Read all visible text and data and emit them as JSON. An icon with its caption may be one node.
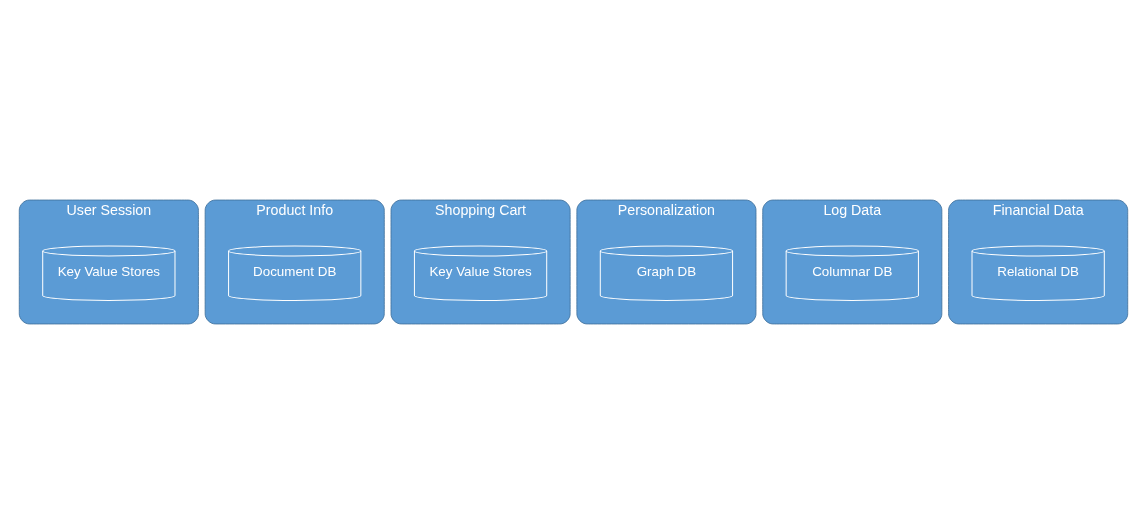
{
  "diagram": {
    "nodes": [
      {
        "text": [
          "User Session"
        ]
      },
      {
        "text": [
          "Key Value Stores"
        ],
        "in": 0
      },
      {
        "text": [
          "Product Info"
        ]
      },
      {
        "text": [
          "Document DB"
        ],
        "in": 2
      },
      {
        "text": [
          "Shopping Cart"
        ]
      },
      {
        "text": [
          "Key Value Stores"
        ],
        "in": 4
      },
      {
        "text": [
          "Personalization"
        ]
      },
      {
        "text": [
          "Graph DB"
        ],
        "in": 6
      },
      {
        "text": [
          "Log Data"
        ]
      },
      {
        "text": [
          "Columnar DB"
        ],
        "in": 8
      },
      {
        "text": [
          "Financial Data"
        ]
      },
      {
        "text": [
          "Relational DB"
        ],
        "in": 10
      }
    ],
    "edges": []
  }
}
